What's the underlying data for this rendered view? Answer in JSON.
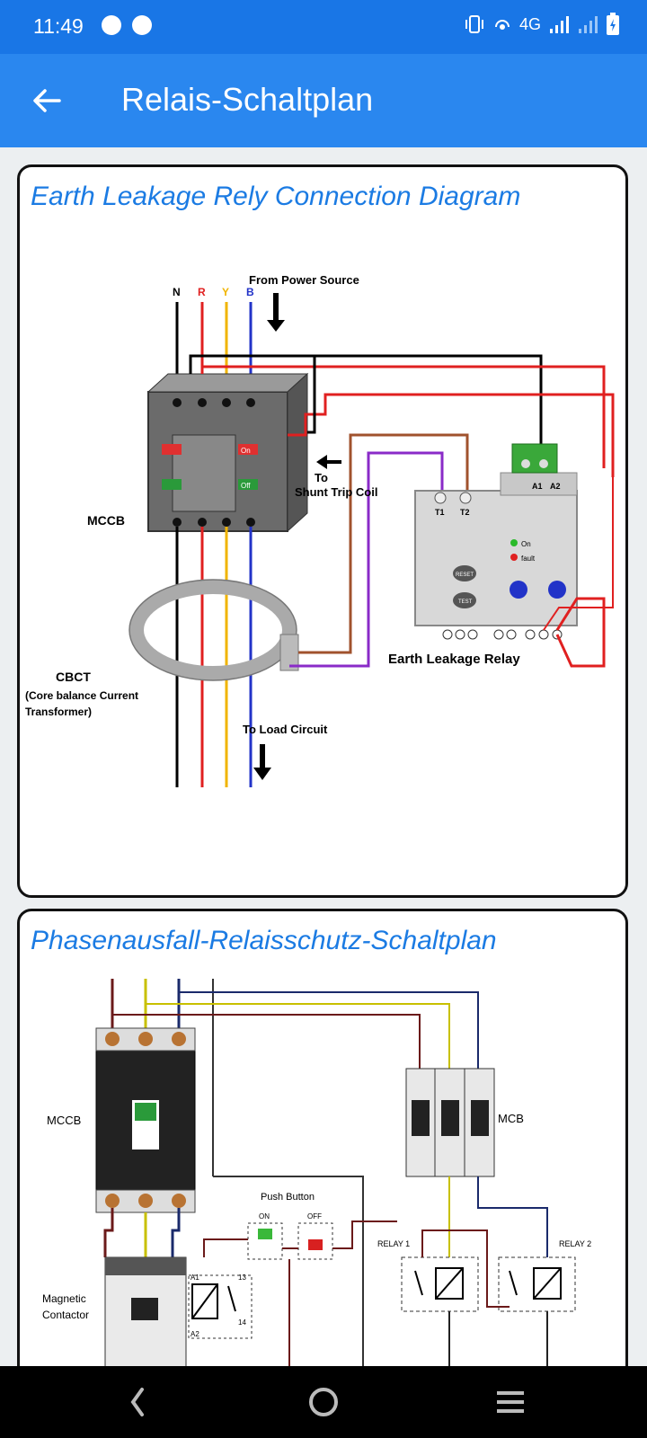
{
  "status_bar": {
    "time": "11:49",
    "network": "4G"
  },
  "app_bar": {
    "title": "Relais-Schaltplan"
  },
  "cards": [
    {
      "title": "Earth Leakage Rely Connection Diagram",
      "labels": {
        "n": "N",
        "r": "R",
        "y": "Y",
        "b": "B",
        "from_source": "From Power Source",
        "mccb": "MCCB",
        "to": "To",
        "shunt": "Shunt Trip Coil",
        "cbct": "CBCT",
        "cbct_desc1": "(Core balance Current",
        "cbct_desc2": "Transformer)",
        "to_load": "To Load Circuit",
        "elr": "Earth Leakage Relay",
        "t1": "T1",
        "t2": "T2",
        "a1": "A1",
        "a2": "A2",
        "on": "On",
        "off": "Off",
        "on_led": "On",
        "fault_led": "fault",
        "reset": "RESET",
        "test": "TEST"
      }
    },
    {
      "title": "Phasenausfall-Relaisschutz-Schaltplan",
      "labels": {
        "mccb": "MCCB",
        "mcb": "MCB",
        "push_button": "Push Button",
        "on": "ON",
        "off": "OFF",
        "relay1": "RELAY 1",
        "relay2": "RELAY 2",
        "magnetic": "Magnetic",
        "contactor": "Contactor",
        "a1": "A1",
        "a2": "A2",
        "t13": "13",
        "t14": "14"
      }
    }
  ]
}
